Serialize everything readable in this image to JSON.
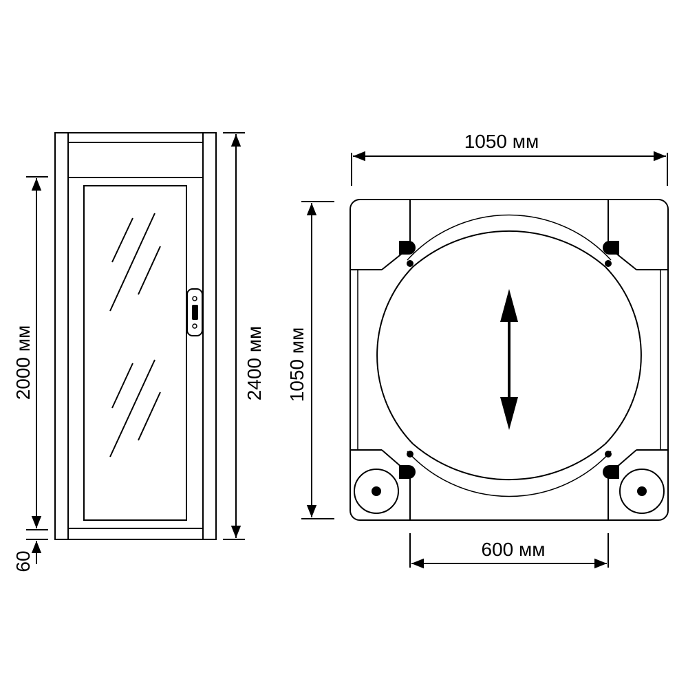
{
  "dimensions": {
    "front_width_top": "1050 мм",
    "front_height_side": "1050 мм",
    "front_bottom_gap": "600 мм",
    "side_door_height": "2000 мм",
    "side_total_height": "2400 мм",
    "side_plinth": "60"
  }
}
